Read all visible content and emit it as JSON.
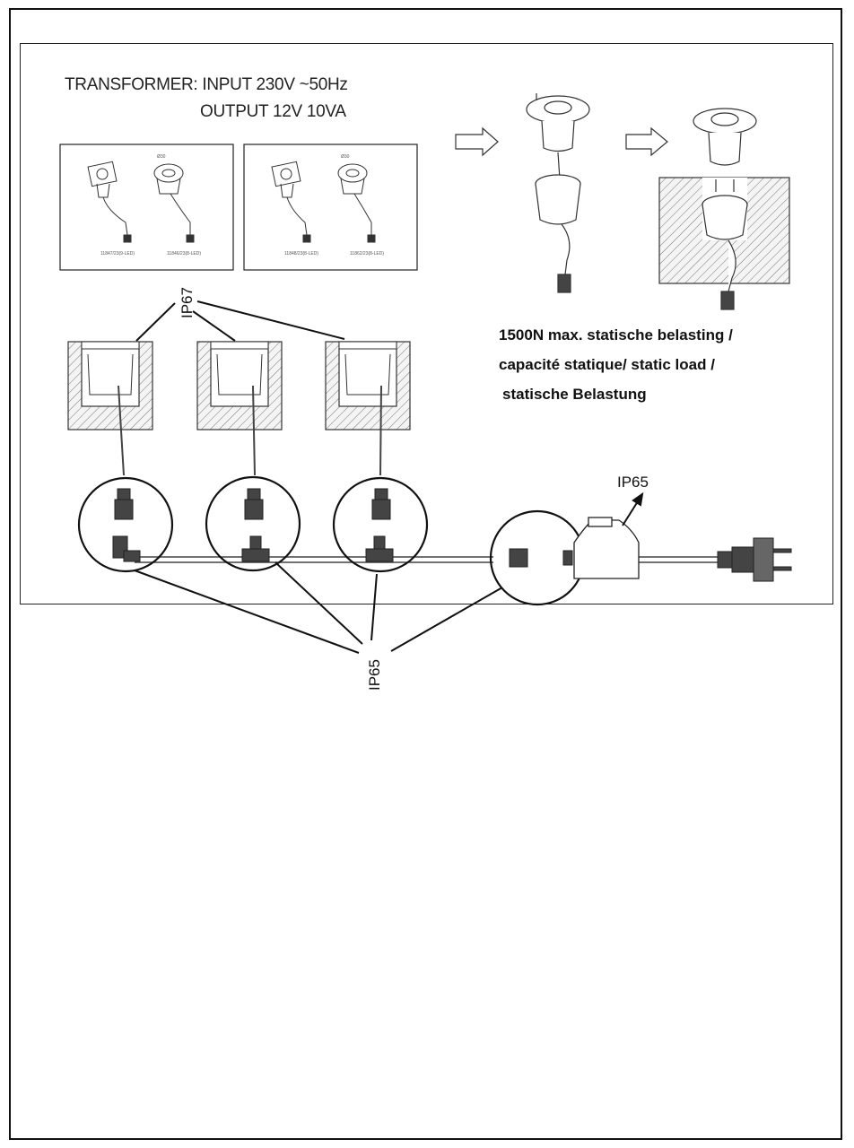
{
  "transformer": {
    "input": "TRANSFORMER: INPUT 230V ~50Hz",
    "output": "OUTPUT 12V 10VA"
  },
  "variants": {
    "left_a": "11847/23(9-LED)",
    "left_b": "11846/23(8-LED)",
    "right_a": "11848/23(8-LED)",
    "right_b": "11862/23(8-LED)",
    "dim_left": "Ø30",
    "dim_right": "Ø30"
  },
  "load_text": {
    "line1": "1500N max.  statische belasting /",
    "line2": "capacité statique/ static load /",
    "line3": "statische Belastung"
  },
  "ip_labels": {
    "ip67": "IP67",
    "ip65_transformer": "IP65",
    "ip65_connectors": "IP65"
  }
}
